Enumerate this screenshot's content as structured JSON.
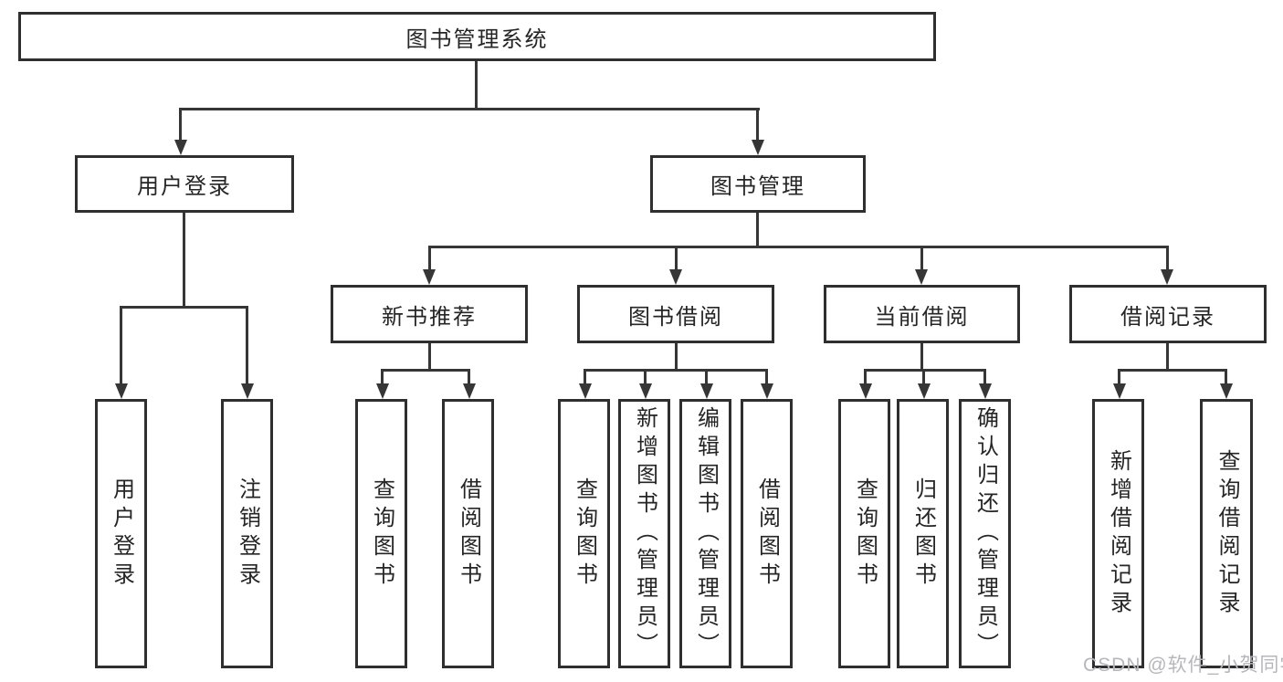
{
  "colors": {
    "line": "#363636",
    "border": "#2f2f2f",
    "text": "#252525",
    "watermark": "#b7b7bb",
    "background": "#ffffff"
  },
  "tree": {
    "root": {
      "label": "图书管理系统"
    },
    "level2": [
      {
        "label": "用户登录"
      },
      {
        "label": "图书管理"
      }
    ],
    "level3": [
      {
        "label": "新书推荐"
      },
      {
        "label": "图书借阅"
      },
      {
        "label": "当前借阅"
      },
      {
        "label": "借阅记录"
      }
    ],
    "leaves": {
      "user_login": [
        {
          "label": "用户登录"
        },
        {
          "label": "注销登录"
        }
      ],
      "new_book_recommend": [
        {
          "label": "查询图书"
        },
        {
          "label": "借阅图书"
        }
      ],
      "book_borrow": [
        {
          "label": "查询图书"
        },
        {
          "label": "新增图书（管理员）"
        },
        {
          "label": "编辑图书（管理员）"
        },
        {
          "label": "借阅图书"
        }
      ],
      "current_borrow": [
        {
          "label": "查询图书"
        },
        {
          "label": "归还图书"
        },
        {
          "label": "确认归还（管理员）"
        }
      ],
      "borrow_records": [
        {
          "label": "新增借阅记录"
        },
        {
          "label": "查询借阅记录"
        }
      ]
    }
  },
  "watermark": {
    "text": "CSDN @软件_小贺同学"
  }
}
